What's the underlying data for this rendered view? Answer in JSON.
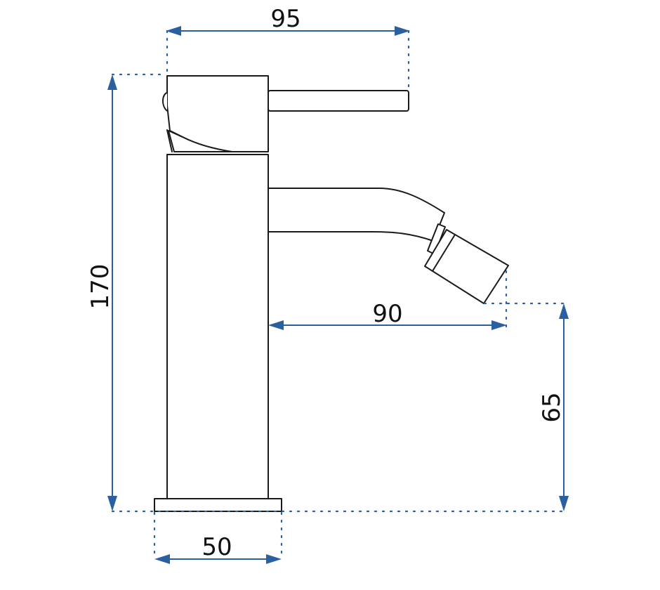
{
  "dimensions": {
    "top_width": "95",
    "total_height": "170",
    "spout_reach": "90",
    "spout_height": "65",
    "base_width": "50"
  },
  "colors": {
    "dimension_lines": "#2a5fa0",
    "drawing_outline": "#1a1a1a"
  }
}
